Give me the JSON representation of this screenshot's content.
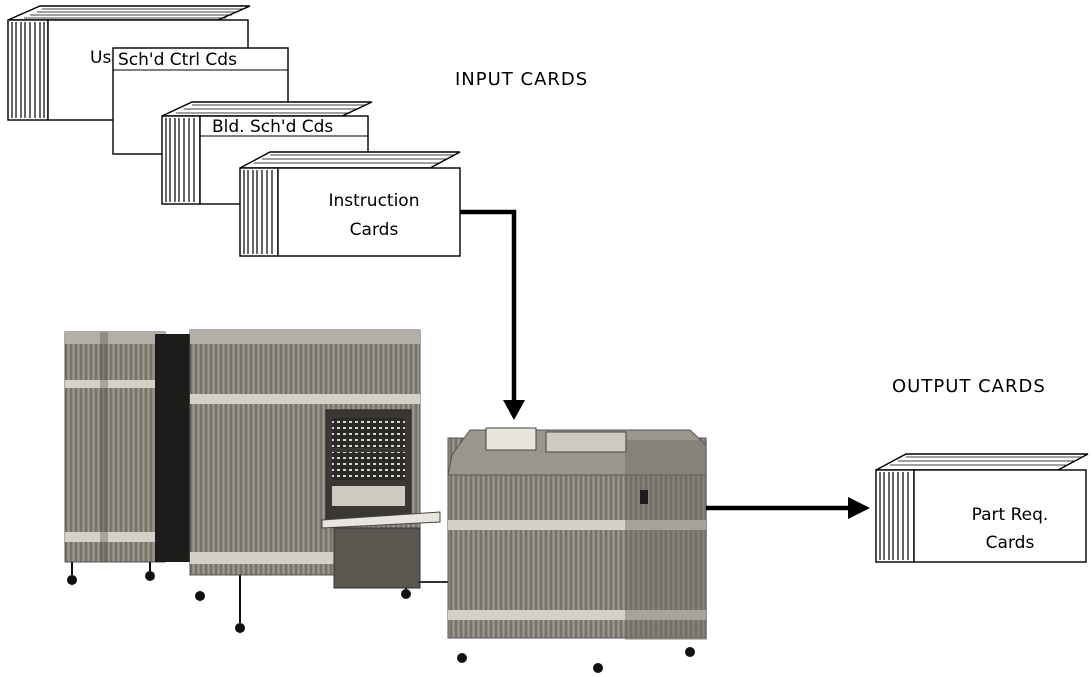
{
  "labels": {
    "input_header": "INPUT CARDS",
    "output_header": "OUTPUT CARDS"
  },
  "input_decks": [
    {
      "lines": [
        "Usage Cards"
      ]
    },
    {
      "lines": [
        "Sch'd Ctrl Cds"
      ]
    },
    {
      "lines": [
        "Bld. Sch'd Cds"
      ]
    },
    {
      "lines": [
        "Instruction",
        "Cards"
      ]
    }
  ],
  "output_deck": {
    "lines": [
      "Part Req.",
      "Cards"
    ]
  },
  "colors": {
    "ink": "#000000",
    "machine_body": "#8a857c",
    "machine_dark": "#3c3a36",
    "paper": "#ffffff"
  }
}
